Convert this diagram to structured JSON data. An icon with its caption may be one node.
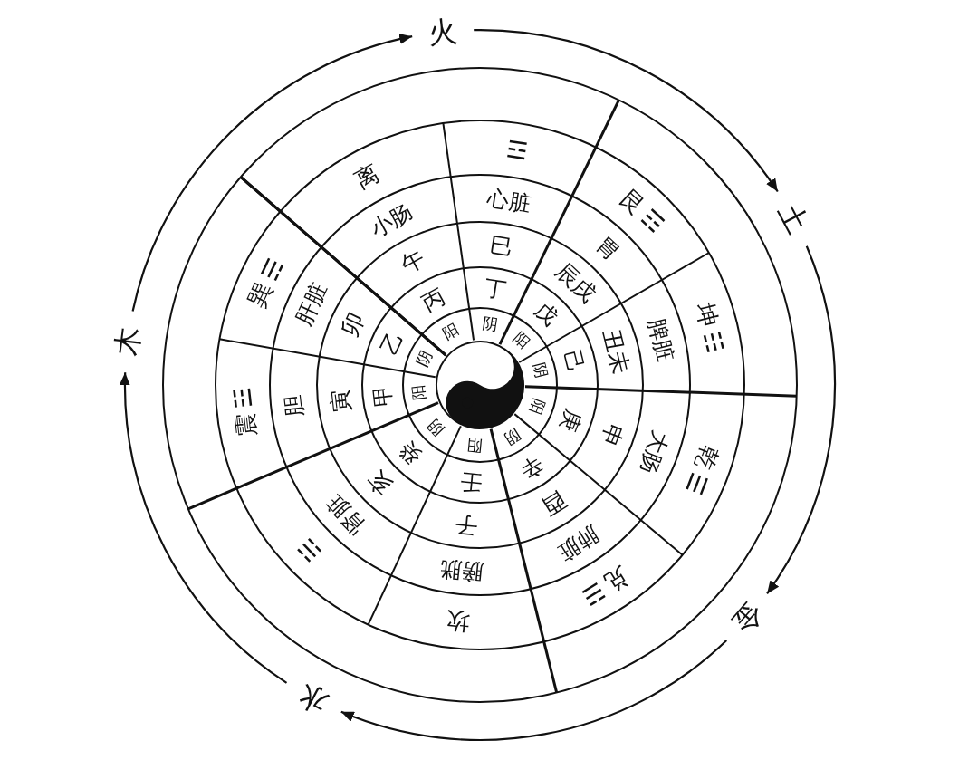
{
  "diagram": {
    "nodes": [
      {
        "text": [
          "火"
        ]
      },
      {
        "text": [
          "土"
        ]
      },
      {
        "text": [
          "金"
        ]
      },
      {
        "text": [
          "水"
        ]
      },
      {
        "text": [
          "木"
        ]
      },
      {
        "text": [
          "阳"
        ]
      },
      {
        "text": [
          "丙"
        ]
      },
      {
        "text": [
          "午"
        ]
      },
      {
        "text": [
          "小肠"
        ]
      },
      {
        "text": [
          "离"
        ]
      },
      {
        "text": [
          "阴"
        ]
      },
      {
        "text": [
          "丁"
        ]
      },
      {
        "text": [
          "巳"
        ]
      },
      {
        "text": [
          "心脏"
        ]
      },
      {
        "text": [
          "☲"
        ]
      },
      {
        "text": [
          "阳"
        ]
      },
      {
        "text": [
          "戊"
        ]
      },
      {
        "text": [
          "辰戌"
        ]
      },
      {
        "text": [
          "胃"
        ]
      },
      {
        "text": [
          "艮",
          "☶"
        ]
      },
      {
        "text": [
          "阴"
        ]
      },
      {
        "text": [
          "己"
        ]
      },
      {
        "text": [
          "丑未"
        ]
      },
      {
        "text": [
          "脾脏"
        ]
      },
      {
        "text": [
          "坤",
          "☷"
        ]
      },
      {
        "text": [
          "阳"
        ]
      },
      {
        "text": [
          "庚"
        ]
      },
      {
        "text": [
          "申"
        ]
      },
      {
        "text": [
          "大肠"
        ]
      },
      {
        "text": [
          "乾",
          "☰"
        ]
      },
      {
        "text": [
          "阴"
        ]
      },
      {
        "text": [
          "辛"
        ]
      },
      {
        "text": [
          "酉"
        ]
      },
      {
        "text": [
          "肺脏"
        ]
      },
      {
        "text": [
          "兑",
          "☱"
        ]
      },
      {
        "text": [
          "阳"
        ]
      },
      {
        "text": [
          "壬"
        ]
      },
      {
        "text": [
          "子"
        ]
      },
      {
        "text": [
          "膀胱"
        ]
      },
      {
        "text": [
          "坎"
        ]
      },
      {
        "text": [
          "阴"
        ]
      },
      {
        "text": [
          "癸"
        ]
      },
      {
        "text": [
          "亥"
        ]
      },
      {
        "text": [
          "肾脏"
        ]
      },
      {
        "text": [
          "☵"
        ]
      },
      {
        "text": [
          "阳"
        ]
      },
      {
        "text": [
          "甲"
        ]
      },
      {
        "text": [
          "寅"
        ]
      },
      {
        "text": [
          "胆"
        ]
      },
      {
        "text": [
          "震",
          "☳"
        ]
      },
      {
        "text": [
          "阴"
        ]
      },
      {
        "text": [
          "乙"
        ]
      },
      {
        "text": [
          "卯"
        ]
      },
      {
        "text": [
          "肝脏"
        ]
      },
      {
        "text": [
          "巽",
          "☴"
        ]
      }
    ],
    "edges": [
      {
        "from": 0,
        "to": 1,
        "arrow": "to"
      },
      {
        "from": 1,
        "to": 2,
        "arrow": "to"
      },
      {
        "from": 2,
        "to": 3,
        "arrow": "to"
      },
      {
        "from": 3,
        "to": 4,
        "arrow": "to"
      },
      {
        "from": 4,
        "to": 0,
        "arrow": "to"
      }
    ]
  }
}
